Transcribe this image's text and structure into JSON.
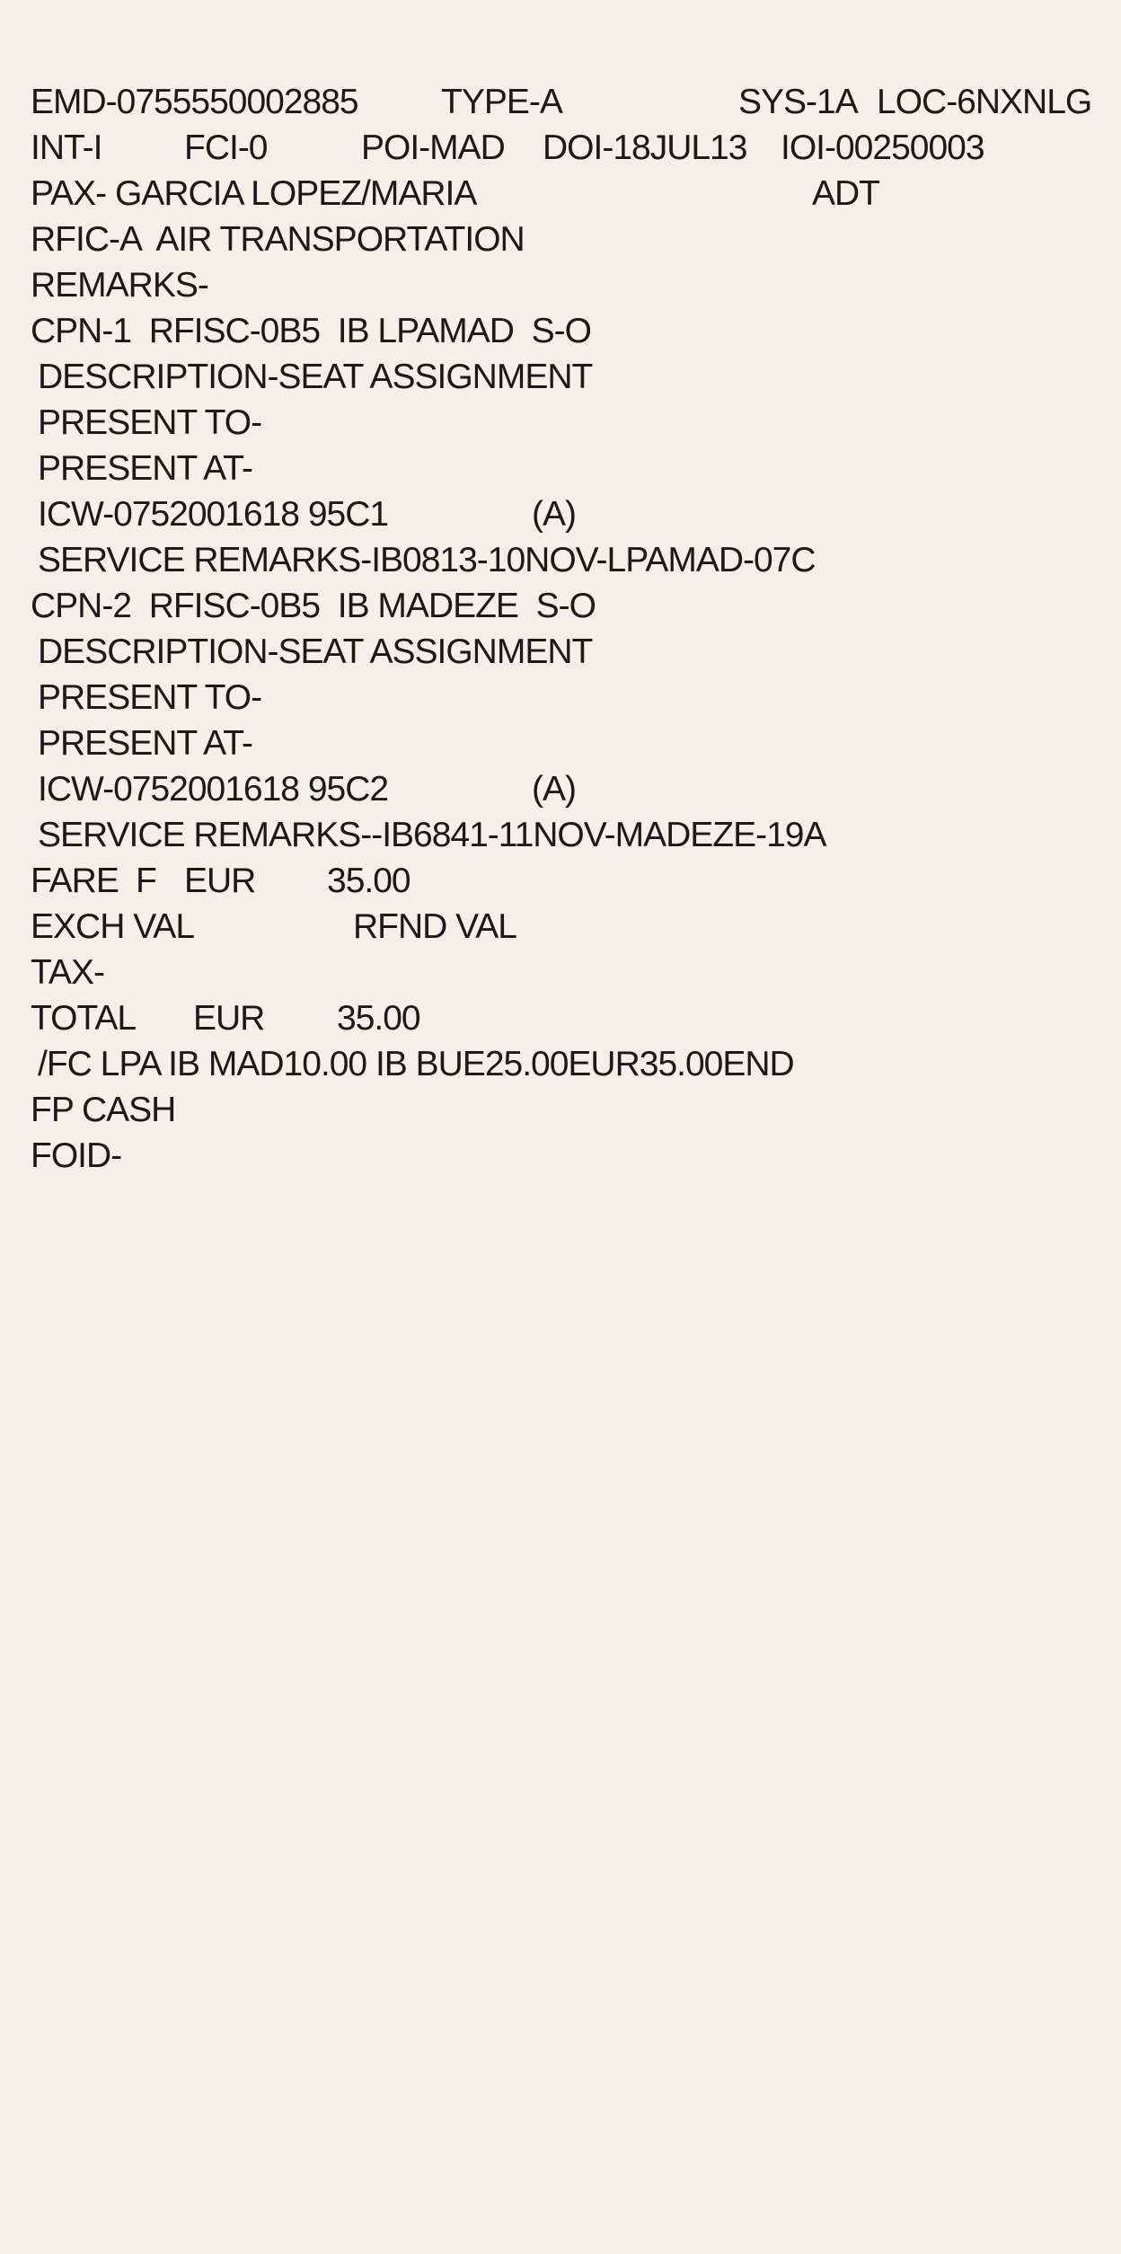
{
  "lines": [
    [
      "EMD-0755550002885",
      "TYPE-A",
      "SYS-1A",
      "LOC-6NXNLG"
    ],
    [
      "INT-I",
      "FCI-0",
      "POI-MAD",
      "DOI-18JUL13",
      "IOI-00250003"
    ],
    [
      "PAX- GARCIA LOPEZ/MARIA",
      "ADT"
    ],
    [
      "RFIC-A  AIR TRANSPORTATION"
    ],
    [
      "REMARKS-"
    ],
    [
      "CPN-1  RFISC-0B5  IB LPAMAD  S-O"
    ],
    [
      "DESCRIPTION-SEAT ASSIGNMENT"
    ],
    [
      "PRESENT TO-"
    ],
    [
      "PRESENT AT-"
    ],
    [
      "ICW-0752001618 95C1",
      "(A)"
    ],
    [
      "SERVICE REMARKS-IB0813-10NOV-LPAMAD-07C"
    ],
    [
      "CPN-2  RFISC-0B5  IB MADEZE  S-O"
    ],
    [
      "DESCRIPTION-SEAT ASSIGNMENT"
    ],
    [
      "PRESENT TO-"
    ],
    [
      "PRESENT AT-"
    ],
    [
      "ICW-0752001618 95C2",
      "(A)"
    ],
    [
      "SERVICE REMARKS--IB6841-11NOV-MADEZE-19A"
    ],
    [
      "FARE",
      "F",
      "EUR",
      "35.00"
    ],
    [
      "EXCH VAL",
      "RFND VAL"
    ],
    [
      "TAX-"
    ],
    [
      "TOTAL",
      "EUR",
      "35.00"
    ],
    [
      "/FC LPA IB MAD10.00 IB BUE25.00EUR35.00END"
    ],
    [
      "FP CASH"
    ],
    [
      "FOID-"
    ]
  ]
}
